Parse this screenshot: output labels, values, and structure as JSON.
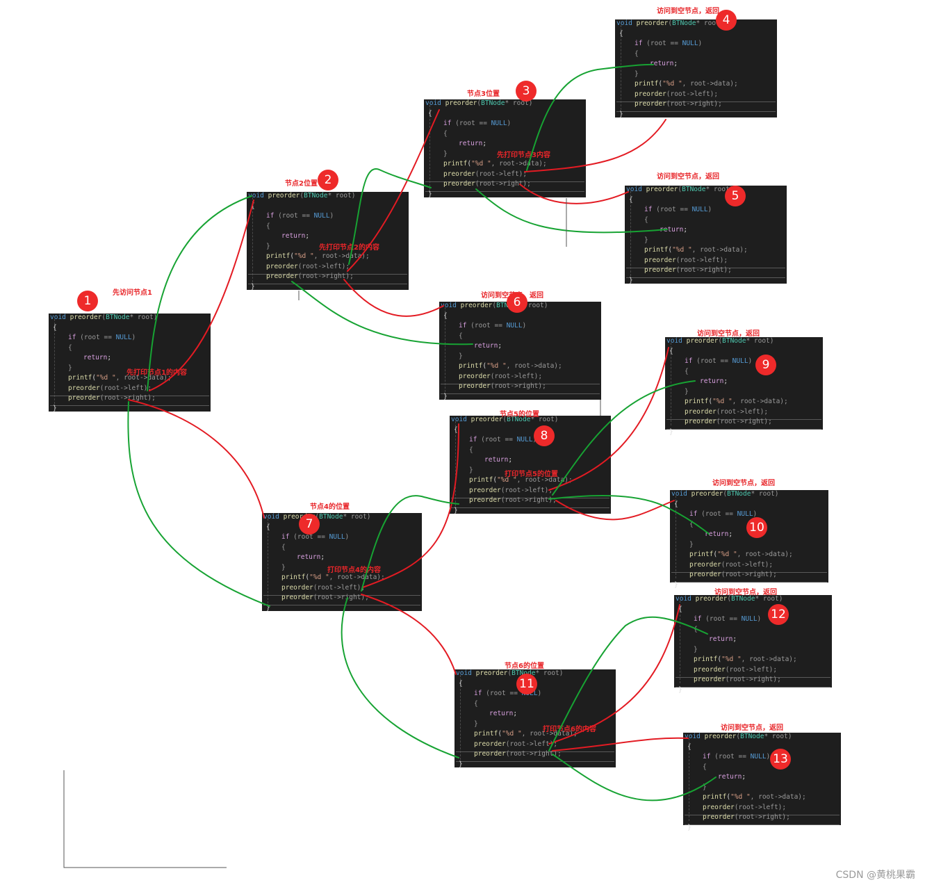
{
  "code": {
    "keyword": "void",
    "func": "preorder",
    "type": "BTNode",
    "param": "* root)",
    "if_kw": "if",
    "if_cond": " (root == ",
    "null_kw": "NULL",
    "if_close": ")",
    "open_brace": "{",
    "close_brace": "}",
    "return_kw": "return",
    "semicolon": ";",
    "printf_fn": "printf",
    "printf_open": "(",
    "printf_fmt": "\"%d \"",
    "printf_args": ", root->data);",
    "call_fn": "preorder",
    "call_left": "(root->left);",
    "call_right": "(root->right);"
  },
  "colors": {
    "background": "#ffffff",
    "code_bg": "#1e1e1e",
    "annotation_red": "#e8262a",
    "badge_red": "#ee2a2a",
    "descend_red": "#e31b23",
    "return_green": "#17a333"
  },
  "blocks": [
    {
      "badge": "1",
      "caption": "先访问节点1",
      "note": "先打印节点1的内容"
    },
    {
      "badge": "2",
      "caption": "节点2位置",
      "note": "先打印节点2的内容"
    },
    {
      "badge": "3",
      "caption": "节点3位置",
      "note": "先打印节点3内容"
    },
    {
      "badge": "4",
      "caption": "访问到空节点，返回",
      "note": ""
    },
    {
      "badge": "5",
      "caption": "访问到空节点，返回",
      "note": ""
    },
    {
      "badge": "6",
      "caption": "访问到空节点，返回",
      "note": ""
    },
    {
      "badge": "7",
      "caption": "节点4的位置",
      "note": "打印节点4的内容"
    },
    {
      "badge": "8",
      "caption": "节点5的位置",
      "note": "打印节点5的位置"
    },
    {
      "badge": "9",
      "caption": "访问到空节点，返回",
      "note": ""
    },
    {
      "badge": "10",
      "caption": "访问到空节点，返回",
      "note": ""
    },
    {
      "badge": "11",
      "caption": "节点6的位置",
      "note": "打印节点6的内容"
    },
    {
      "badge": "12",
      "caption": "访问到空节点，返回",
      "note": ""
    },
    {
      "badge": "13",
      "caption": "访问到空节点，返回",
      "note": ""
    }
  ],
  "watermark": "CSDN @黄桃果霸"
}
